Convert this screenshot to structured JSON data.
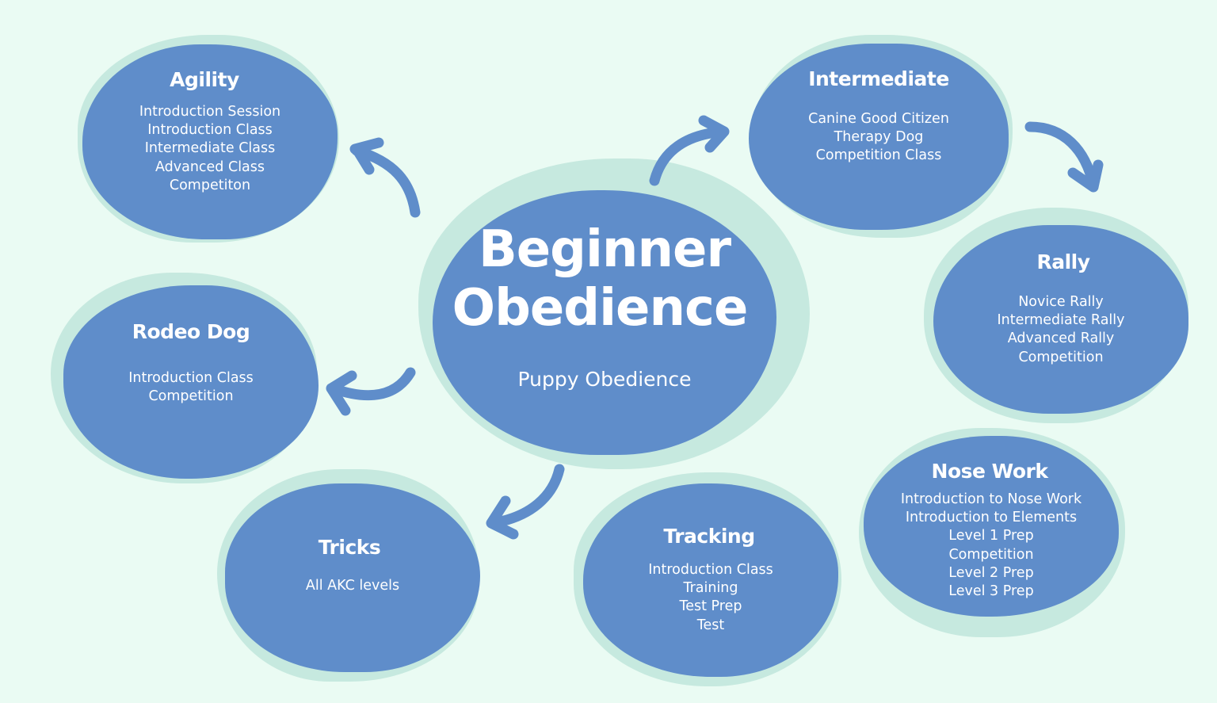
{
  "center": {
    "title_line1": "Beginner",
    "title_line2": "Obedience",
    "subtitle": "Puppy Obedience"
  },
  "nodes": {
    "agility": {
      "title": "Agility",
      "items": [
        "Introduction Session",
        "Introduction Class",
        "Intermediate Class",
        "Advanced Class",
        "Competiton"
      ]
    },
    "rodeo": {
      "title": "Rodeo Dog",
      "items": [
        "Introduction Class",
        "Competition"
      ]
    },
    "tricks": {
      "title": "Tricks",
      "items": [
        "All AKC levels"
      ]
    },
    "tracking": {
      "title": "Tracking",
      "items": [
        "Introduction Class",
        "Training",
        "Test Prep",
        "Test"
      ]
    },
    "nosework": {
      "title": "Nose Work",
      "items": [
        "Introduction to Nose Work",
        "Introduction to Elements",
        "Level 1 Prep",
        "Competition",
        "Level 2 Prep",
        "Level 3 Prep"
      ]
    },
    "rally": {
      "title": "Rally",
      "items": [
        "Novice Rally",
        "Intermediate Rally",
        "Advanced Rally",
        "Competition"
      ]
    },
    "intermediate": {
      "title": "Intermediate",
      "items": [
        "Canine Good Citizen",
        "Therapy Dog",
        "Competition Class"
      ]
    }
  },
  "colors": {
    "background": "#eafbf3",
    "blob": "#5f8dca",
    "blob_shadow": "#c6e9df",
    "text": "#ffffff"
  }
}
